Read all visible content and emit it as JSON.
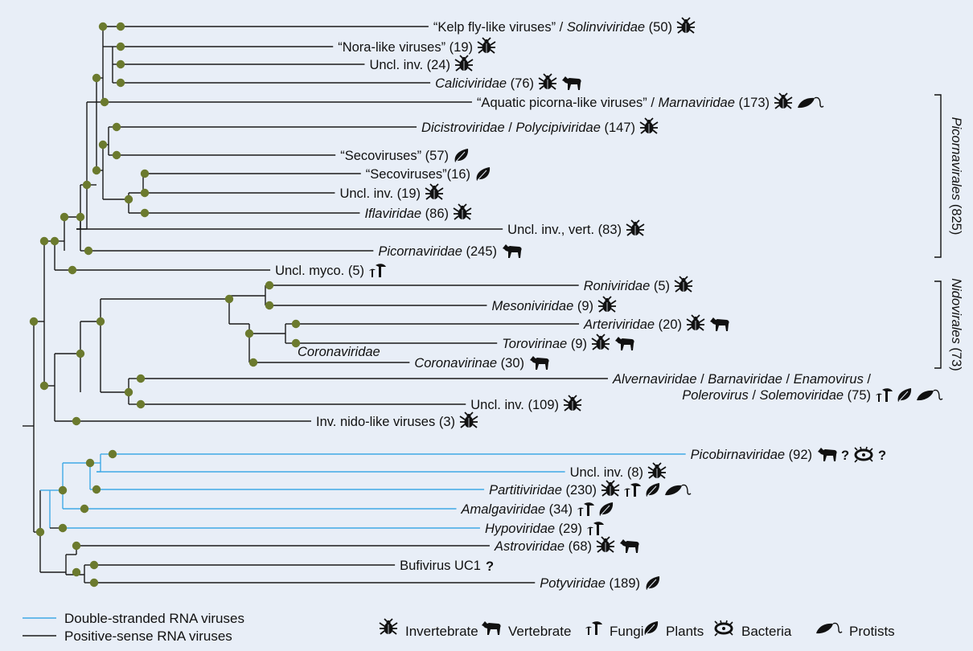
{
  "tree": {
    "leaves": [
      {
        "id": "kelp",
        "parts": [
          "“Kelp fly-like viruses” / ",
          {
            "i": "Solinviviridae"
          },
          " (50)"
        ],
        "hosts": [
          "invertebrate"
        ]
      },
      {
        "id": "nora",
        "parts": [
          "“Nora-like viruses” (19)"
        ],
        "hosts": [
          "invertebrate"
        ]
      },
      {
        "id": "uncl_inv_24",
        "parts": [
          "Uncl. inv. (24)"
        ],
        "hosts": [
          "invertebrate"
        ]
      },
      {
        "id": "calici",
        "parts": [
          {
            "i": "Caliciviridae"
          },
          " (76)"
        ],
        "hosts": [
          "invertebrate",
          "vertebrate"
        ]
      },
      {
        "id": "aquatic",
        "parts": [
          "“Aquatic picorna-like viruses” / ",
          {
            "i": "Marnaviridae"
          },
          " (173)"
        ],
        "hosts": [
          "invertebrate",
          "protists"
        ]
      },
      {
        "id": "dicistro",
        "parts": [
          {
            "i": "Dicistroviridae"
          },
          " / ",
          {
            "i": "Polycipiviridae"
          },
          " (147)"
        ],
        "hosts": [
          "invertebrate"
        ]
      },
      {
        "id": "seco57",
        "parts": [
          "“Secoviruses” (57)"
        ],
        "hosts": [
          "plants"
        ]
      },
      {
        "id": "seco16",
        "parts": [
          "“Secoviruses”(16)"
        ],
        "hosts": [
          "plants"
        ]
      },
      {
        "id": "uncl_inv_19",
        "parts": [
          "Uncl. inv. (19)"
        ],
        "hosts": [
          "invertebrate"
        ]
      },
      {
        "id": "ifla",
        "parts": [
          {
            "i": "Iflaviridae"
          },
          " (86)"
        ],
        "hosts": [
          "invertebrate"
        ]
      },
      {
        "id": "uncl_inv_vert",
        "parts": [
          "Uncl. inv., vert. (83)"
        ],
        "hosts": [
          "invertebrate"
        ]
      },
      {
        "id": "picorna",
        "parts": [
          {
            "i": "Picornaviridae"
          },
          " (245)"
        ],
        "hosts": [
          "vertebrate"
        ]
      },
      {
        "id": "myco",
        "parts": [
          "Uncl. myco. (5)"
        ],
        "hosts": [
          "fungi"
        ]
      },
      {
        "id": "ronivir",
        "parts": [
          {
            "i": "Roniviridae"
          },
          " (5)"
        ],
        "hosts": [
          "invertebrate"
        ]
      },
      {
        "id": "mesoni",
        "parts": [
          {
            "i": "Mesoniviridae"
          },
          " (9)"
        ],
        "hosts": [
          "invertebrate"
        ]
      },
      {
        "id": "arteri",
        "parts": [
          {
            "i": "Arteriviridae"
          },
          " (20)"
        ],
        "hosts": [
          "invertebrate",
          "vertebrate"
        ]
      },
      {
        "id": "torov",
        "parts": [
          {
            "i": "Torovirinae"
          },
          " (9)"
        ],
        "hosts": [
          "invertebrate",
          "vertebrate"
        ]
      },
      {
        "id": "coronav",
        "parts": [
          {
            "i": "Coronavirinae"
          },
          " (30)"
        ],
        "hosts": [
          "vertebrate"
        ]
      },
      {
        "id": "alverna1",
        "parts": [
          {
            "i": "Alvernaviridae"
          },
          " / ",
          {
            "i": "Barnaviridae"
          },
          " / ",
          {
            "i": "Enamovirus"
          },
          " /"
        ],
        "hosts": []
      },
      {
        "id": "alverna2",
        "parts": [
          {
            "i": "Polerovirus"
          },
          " / ",
          {
            "i": "Solemoviridae"
          },
          " (75)"
        ],
        "hosts": [
          "fungi",
          "plants",
          "protists"
        ]
      },
      {
        "id": "uncl_inv_109",
        "parts": [
          "Uncl. inv. (109)"
        ],
        "hosts": [
          "invertebrate"
        ]
      },
      {
        "id": "nido_like",
        "parts": [
          "Inv. nido-like viruses (3)"
        ],
        "hosts": [
          "invertebrate"
        ]
      },
      {
        "id": "picobirna",
        "parts": [
          {
            "i": "Picobirnaviridae"
          },
          " (92)"
        ],
        "hosts": [
          "vertebrate",
          "?",
          "bacteria",
          "?"
        ]
      },
      {
        "id": "uncl_inv_8",
        "parts": [
          "Uncl. inv. (8)"
        ],
        "hosts": [
          "invertebrate"
        ]
      },
      {
        "id": "partiti",
        "parts": [
          {
            "i": "Partitiviridae"
          },
          " (230)"
        ],
        "hosts": [
          "invertebrate",
          "fungi",
          "plants",
          "protists"
        ]
      },
      {
        "id": "amalga",
        "parts": [
          {
            "i": "Amalgaviridae"
          },
          " (34)"
        ],
        "hosts": [
          "fungi",
          "plants"
        ]
      },
      {
        "id": "hypovir",
        "parts": [
          {
            "i": "Hypoviridae"
          },
          " (29)"
        ],
        "hosts": [
          "fungi"
        ]
      },
      {
        "id": "astrovir",
        "parts": [
          {
            "i": "Astroviridae"
          },
          " (68)"
        ],
        "hosts": [
          "invertebrate",
          "vertebrate"
        ]
      },
      {
        "id": "bufi",
        "parts": [
          "Bufivirus UC1"
        ],
        "hosts": [
          "?"
        ]
      },
      {
        "id": "potyvir",
        "parts": [
          {
            "i": "Potyviridae"
          },
          " (189)"
        ],
        "hosts": [
          "plants"
        ]
      }
    ],
    "coronaviridae_label": "Coronaviridae",
    "clades": [
      {
        "id": "picornavirales",
        "label": "Picornavirales (825)"
      },
      {
        "id": "nidovirales",
        "label": "Nidovirales (73)"
      }
    ]
  },
  "legend": {
    "lines": [
      {
        "label": "Double-stranded RNA viruses",
        "color": "#3fa9e6"
      },
      {
        "label": "Positive-sense RNA viruses",
        "color": "#1a1a1a"
      }
    ],
    "hosts": [
      {
        "icon": "invertebrate",
        "label": "Invertebrate"
      },
      {
        "icon": "vertebrate",
        "label": "Vertebrate"
      },
      {
        "icon": "fungi",
        "label": "Fungi"
      },
      {
        "icon": "plants",
        "label": "Plants"
      },
      {
        "icon": "bacteria",
        "label": "Bacteria"
      },
      {
        "icon": "protists",
        "label": "Protists"
      }
    ]
  },
  "colors": {
    "node": "#6b7a2e",
    "dsRNA": "#3fa9e6",
    "ssRNA": "#1a1a1a",
    "background": "#e8eef7"
  }
}
